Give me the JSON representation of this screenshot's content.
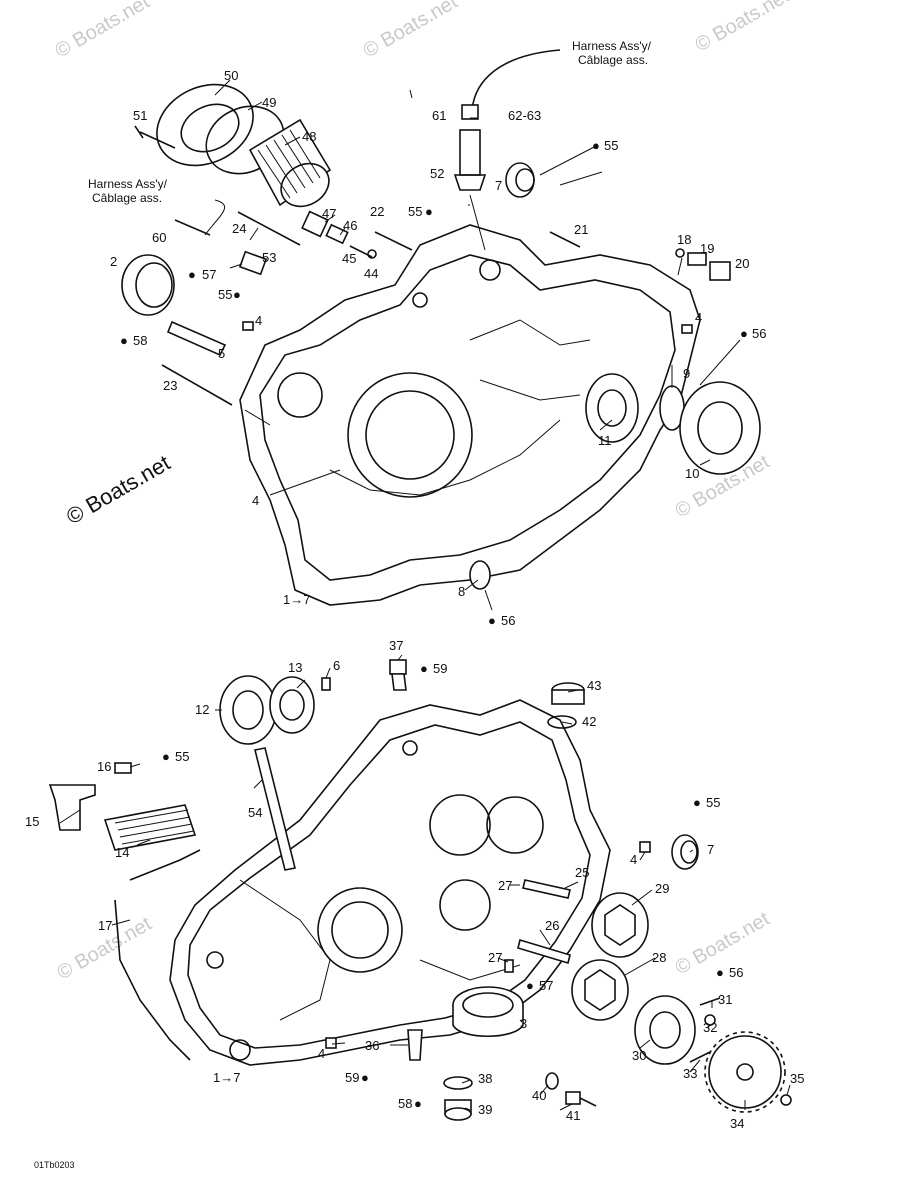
{
  "watermark": {
    "text": "© Boats.net",
    "color": "#c9c9c9"
  },
  "harness_top": {
    "line1": "Harness Ass'y/",
    "line2": "Câblage ass."
  },
  "harness_left": {
    "line1": "Harness Ass'y/",
    "line2": "Câblage ass."
  },
  "upper": {
    "p50": "50",
    "p49": "49",
    "p48": "48",
    "p51": "51",
    "p61": "61",
    "p62_63": "62-63",
    "p52": "52",
    "p55a": "55",
    "p7": "7",
    "p55b": "55",
    "p47": "47",
    "p46": "46",
    "p24": "24",
    "p22": "22",
    "p60": "60",
    "p45": "45",
    "p44": "44",
    "p53": "53",
    "p2": "2",
    "p57": "57",
    "p55c": "55",
    "p21": "21",
    "p18": "18",
    "p19": "19",
    "p20": "20",
    "p4a": "4",
    "p5": "5",
    "p58": "58",
    "p4b": "4",
    "p56a": "56",
    "p23": "23",
    "p9": "9",
    "p11": "11",
    "p10": "10",
    "p4c": "4",
    "p8": "8",
    "p56b": "56",
    "p1_7": "1→7"
  },
  "lower": {
    "p37": "37",
    "p59a": "59",
    "p13": "13",
    "p6": "6",
    "p43": "43",
    "p12": "12",
    "p42": "42",
    "p16": "16",
    "p55d": "55",
    "p55e": "55",
    "p15": "15",
    "p54": "54",
    "p14": "14",
    "p4d": "4",
    "p7b": "7",
    "p25": "25",
    "p27a": "27",
    "p29": "29",
    "p17": "17",
    "p26": "26",
    "p28": "28",
    "p27b": "27",
    "p57b": "57",
    "p56c": "56",
    "p31": "31",
    "p3": "3",
    "p32": "32",
    "p4e": "4",
    "p36": "36",
    "p30": "30",
    "p33": "33",
    "p1_7b": "1→7",
    "p59b": "59",
    "p38": "38",
    "p40": "40",
    "p35": "35",
    "p58b": "58",
    "p39": "39",
    "p41": "41",
    "p34": "34"
  },
  "footer": {
    "code": "01Tb0203"
  }
}
